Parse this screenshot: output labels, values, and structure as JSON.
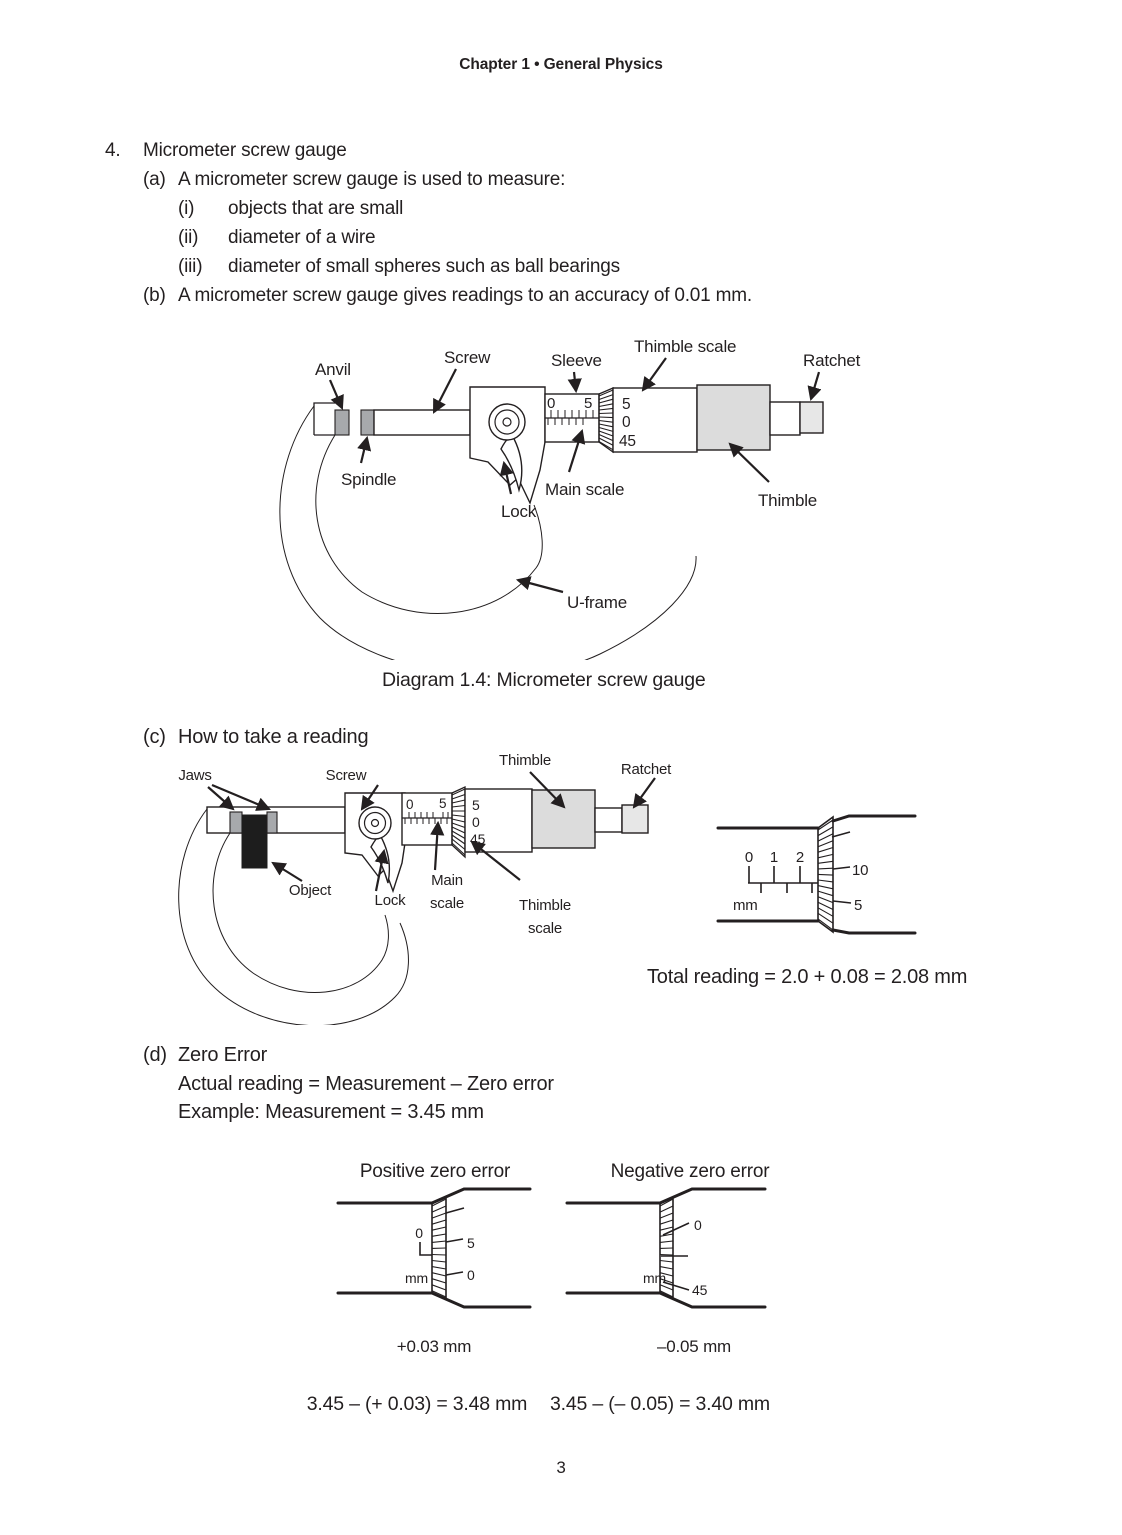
{
  "header": {
    "title": "Chapter 1 • General Physics"
  },
  "item4": {
    "number": "4.",
    "title": "Micrometer screw gauge",
    "a_label": "(a)",
    "a_text": "A micrometer screw gauge is used to measure:",
    "i_label": "(i)",
    "i_text": "objects that are small",
    "ii_label": "(ii)",
    "ii_text": "diameter of a wire",
    "iii_label": "(iii)",
    "iii_text": "diameter of small spheres such as ball bearings",
    "b_label": "(b)",
    "b_text": "A micrometer screw gauge gives readings to an accuracy of 0.01 mm.",
    "c_label": "(c)",
    "c_text": "How to take a reading",
    "d_label": "(d)",
    "d_text": "Zero Error",
    "d_line1": "Actual reading = Measurement – Zero error",
    "d_line2": "Example: Measurement = 3.45 mm"
  },
  "diagram1": {
    "caption": "Diagram 1.4: Micrometer screw gauge",
    "labels": {
      "anvil": "Anvil",
      "screw": "Screw",
      "sleeve": "Sleeve",
      "thimble_scale": "Thimble scale",
      "ratchet": "Ratchet",
      "spindle": "Spindle",
      "lock": "Lock",
      "main_scale": "Main scale",
      "thimble": "Thimble",
      "u_frame": "U-frame"
    },
    "main_scale_values": [
      "0",
      "5"
    ],
    "thimble_scale_values": [
      "5",
      "0",
      "45"
    ]
  },
  "diagram2": {
    "labels": {
      "jaws": "Jaws",
      "screw": "Screw",
      "thimble": "Thimble",
      "ratchet": "Ratchet",
      "object": "Object",
      "lock": "Lock",
      "main_scale_line1": "Main",
      "main_scale_line2": "scale",
      "thimble_scale_line1": "Thimble",
      "thimble_scale_line2": "scale"
    },
    "main_scale_values": [
      "0",
      "5"
    ],
    "thimble_scale_values": [
      "5",
      "0",
      "45"
    ],
    "total_reading": "Total reading = 2.0 + 0.08 = 2.08 mm"
  },
  "reading_inset": {
    "main_scale_ticks": [
      "0",
      "1",
      "2"
    ],
    "unit": "mm",
    "thimble_ticks": [
      "10",
      "5"
    ]
  },
  "zero_error": {
    "positive_title": "Positive zero error",
    "negative_title": "Negative zero error",
    "positive": {
      "main_scale_zero": "0",
      "unit": "mm",
      "thimble_values": [
        "5",
        "0"
      ],
      "value": "+0.03 mm",
      "formula": "3.45 – (+ 0.03) = 3.48 mm"
    },
    "negative": {
      "unit": "mm",
      "thimble_values": [
        "0",
        "45"
      ],
      "value": "–0.05 mm",
      "formula": "3.45 – (– 0.05) = 3.40 mm"
    }
  },
  "footer": {
    "page_number": "3"
  }
}
